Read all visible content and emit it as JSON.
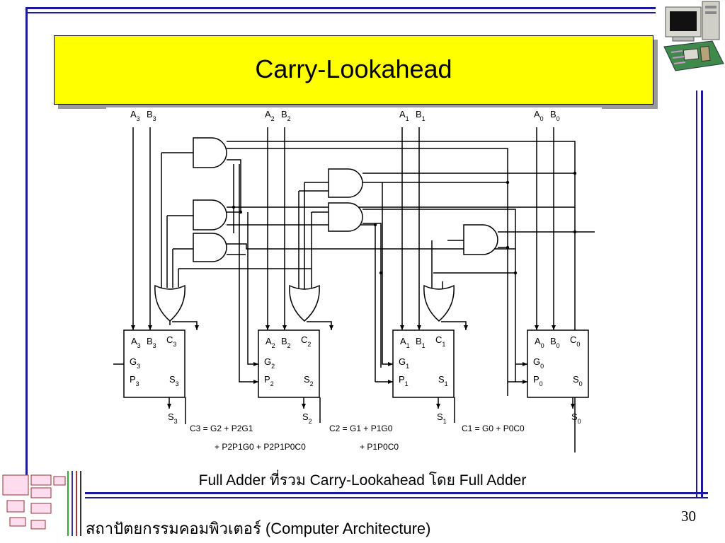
{
  "slide": {
    "title": "Carry-Lookahead",
    "caption": "Full Adder ที่รวม Carry-Lookahead โดย Full Adder",
    "footer": "สถาปัตยกรรมคอมพิวเตอร์ (Computer Architecture)",
    "page_number": "30"
  },
  "diagram": {
    "adders": [
      {
        "a": "A3",
        "b": "B3",
        "c": "C3",
        "g": "G3",
        "p": "P3",
        "s": "S3"
      },
      {
        "a": "A2",
        "b": "B2",
        "c": "C2",
        "g": "G2",
        "p": "P2",
        "s": "S2"
      },
      {
        "a": "A1",
        "b": "B1",
        "c": "C1",
        "g": "G1",
        "p": "P1",
        "s": "S1"
      },
      {
        "a": "A0",
        "b": "B0",
        "c": "C0",
        "g": "G0",
        "p": "P0",
        "s": "S0"
      }
    ],
    "equations": {
      "c3": "C3 = G2 + P2G1 + P2P1G0 + P2P1P0C0",
      "c2": "C2 = G1 + P1G0 + P1P0C0",
      "c1": "C1 = G0 + P0C0"
    }
  },
  "colors": {
    "frame": "#1a1a9c",
    "title_bg": "#ffff00",
    "diagram_bg": "#e8e8e8"
  }
}
